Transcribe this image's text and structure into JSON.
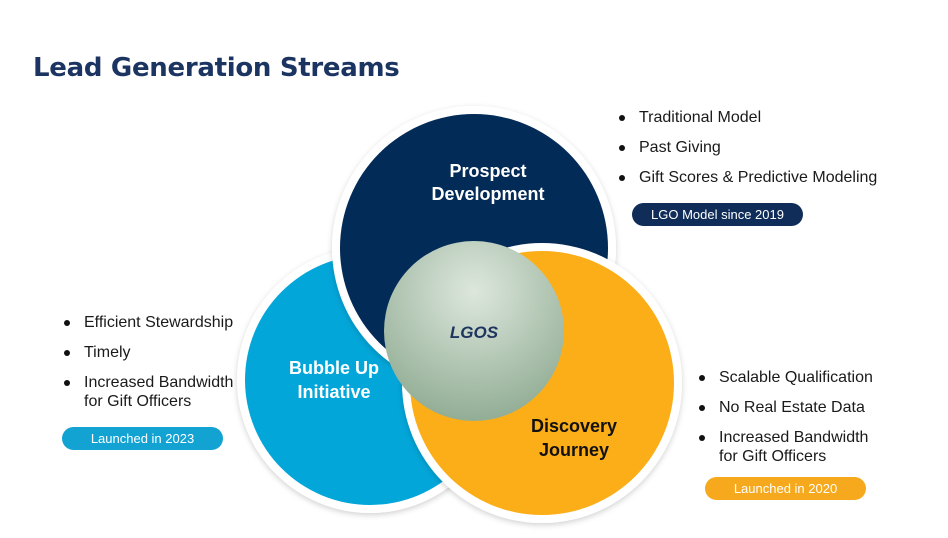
{
  "title": "Lead Generation Streams",
  "diagram": {
    "prospect": {
      "label_line1": "Prospect",
      "label_line2": "Development",
      "color": "#022b57",
      "bullets": [
        "Traditional Model",
        "Past Giving",
        "Gift Scores & Predictive Modeling"
      ],
      "badge": "LGO Model since 2019",
      "badge_color": "#0f2d58"
    },
    "bubble": {
      "label_line1": "Bubble Up",
      "label_line2": "Initiative",
      "color": "#03a6d9",
      "bullets": [
        "Efficient Stewardship",
        "Timely",
        "Increased Bandwidth\nfor Gift Officers"
      ],
      "badge": "Launched in 2023",
      "badge_color": "#12a3d3"
    },
    "discovery": {
      "label_line1": "Discovery",
      "label_line2": "Journey",
      "color": "#fbae18",
      "bullets": [
        "Scalable Qualification",
        "No Real Estate Data",
        "Increased Bandwidth\nfor Gift Officers"
      ],
      "badge": "Launched in 2020",
      "badge_color": "#f6a91c"
    },
    "center": {
      "label": "LGOS",
      "color_light": "#dde7dd",
      "color_dark": "#8fab92"
    }
  }
}
